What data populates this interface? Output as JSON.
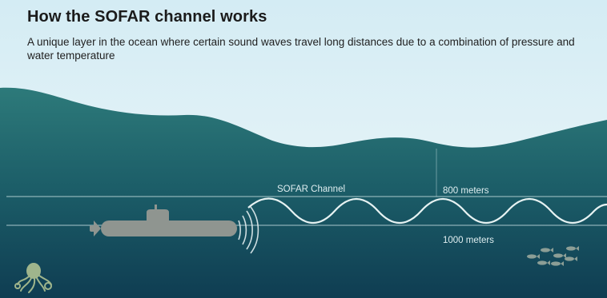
{
  "header": {
    "title": "How the SOFAR channel works",
    "subtitle": "A unique layer in the ocean where certain sound waves travel long distances due to a combination of pressure and water temperature"
  },
  "labels": {
    "channel": "SOFAR Channel",
    "depth_upper": "800 meters",
    "depth_lower": "1000 meters"
  },
  "icons": [
    "submarine-icon",
    "sound-wave-icon",
    "fish-school-icon",
    "octopus-icon"
  ],
  "colors": {
    "sky_top": "#d4ecf4",
    "sky_bottom": "#eef7f9",
    "ocean_top": "#2d7a7a",
    "ocean_mid": "#1b5c67",
    "ocean_bottom": "#0f3d52",
    "submarine": "#8f9590",
    "lines": "#cfe5e6",
    "label_text": "#dfeef0"
  }
}
